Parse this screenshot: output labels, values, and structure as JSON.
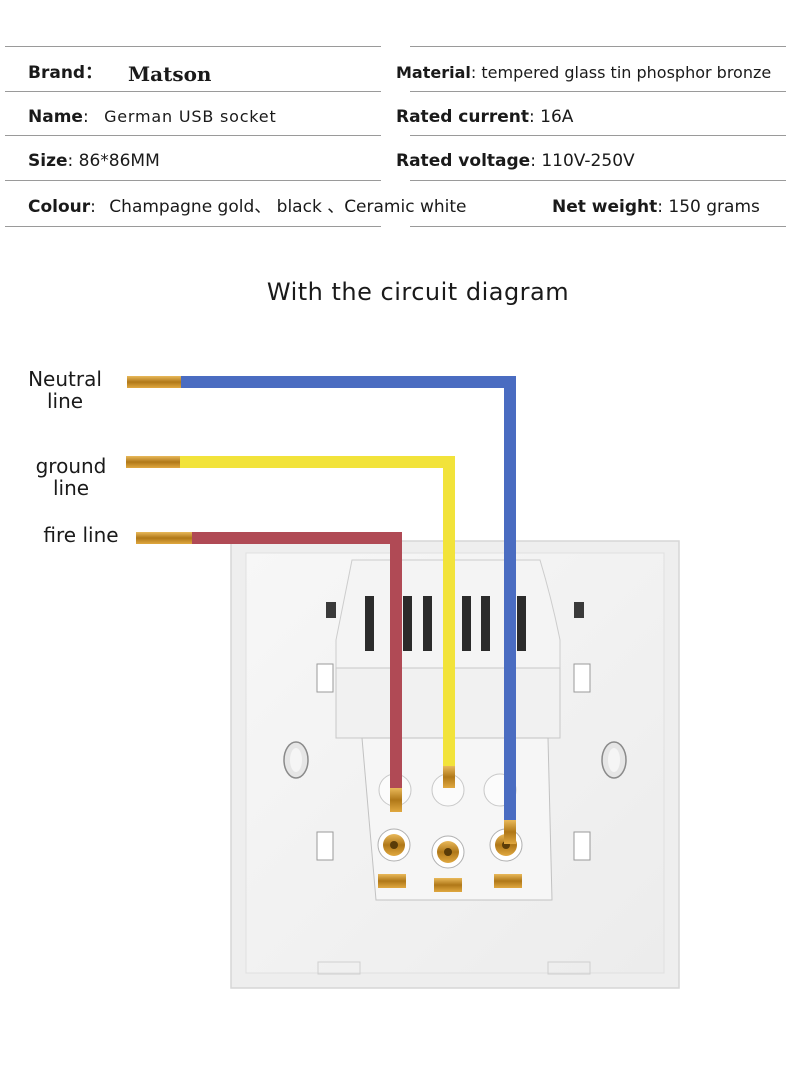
{
  "specs": {
    "brand": {
      "key": "Brand",
      "sep": "：",
      "value": "Matson"
    },
    "name": {
      "key": "Name",
      "sep": ":",
      "value": "German USB socket"
    },
    "size": {
      "key": "Size",
      "sep": ":",
      "value": "86*86MM"
    },
    "colour": {
      "key": "Colour",
      "sep": ":",
      "value": "Champagne gold、  black 、Ceramic white"
    },
    "material": {
      "key": "Material",
      "sep": ":",
      "value": "tempered glass tin phosphor bronze"
    },
    "rated_current": {
      "key": "Rated current",
      "sep": ":",
      "value": "16A"
    },
    "rated_voltage": {
      "key": "Rated voltage",
      "sep": ":",
      "value": "110V-250V"
    },
    "net_weight": {
      "key": "Net weight",
      "sep": ":",
      "value": "150 grams"
    }
  },
  "diagram": {
    "title": "With the circuit diagram",
    "labels": {
      "neutral_1": "Neutral",
      "neutral_2": "line",
      "ground_1": "ground",
      "ground_2": "line",
      "fire": "fire line"
    },
    "colors": {
      "neutral_wire": "#4a6cc1",
      "ground_wire": "#f2e33a",
      "fire_wire": "#b04a55",
      "copper": "#c08a1c"
    }
  }
}
